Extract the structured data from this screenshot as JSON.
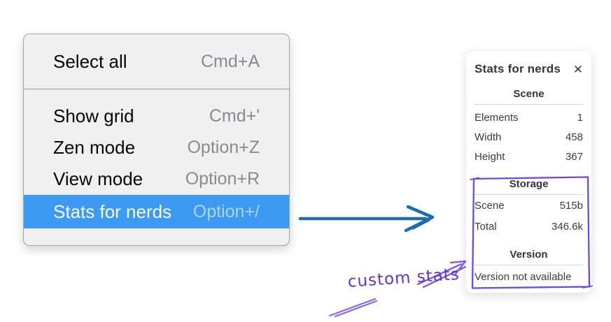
{
  "context_menu": {
    "items": [
      {
        "label": "Select all",
        "shortcut": "Cmd+A"
      },
      {
        "label": "Show grid",
        "shortcut": "Cmd+'"
      },
      {
        "label": "Zen mode",
        "shortcut": "Option+Z"
      },
      {
        "label": "View mode",
        "shortcut": "Option+R"
      },
      {
        "label": "Stats for nerds",
        "shortcut": "Option+/",
        "selected": true
      }
    ],
    "highlight_color": "#3d9af2"
  },
  "stats_panel": {
    "title": "Stats for nerds",
    "close_label": "✕",
    "sections": [
      {
        "header": "Scene",
        "rows": [
          {
            "label": "Elements",
            "value": "1"
          },
          {
            "label": "Width",
            "value": "458"
          },
          {
            "label": "Height",
            "value": "367"
          }
        ]
      },
      {
        "header": "Storage",
        "rows": [
          {
            "label": "Scene",
            "value": "515b"
          },
          {
            "label": "Total",
            "value": "346.6k"
          }
        ]
      },
      {
        "header": "Version",
        "note": "Version not available"
      }
    ]
  },
  "annotations": {
    "handwritten_label": "custom stats",
    "box_color": "#7048e8",
    "text_color": "#6231d8",
    "pointer_arrow_color": "#7a55e6",
    "flow_arrow_color": "#1d6cb1"
  }
}
